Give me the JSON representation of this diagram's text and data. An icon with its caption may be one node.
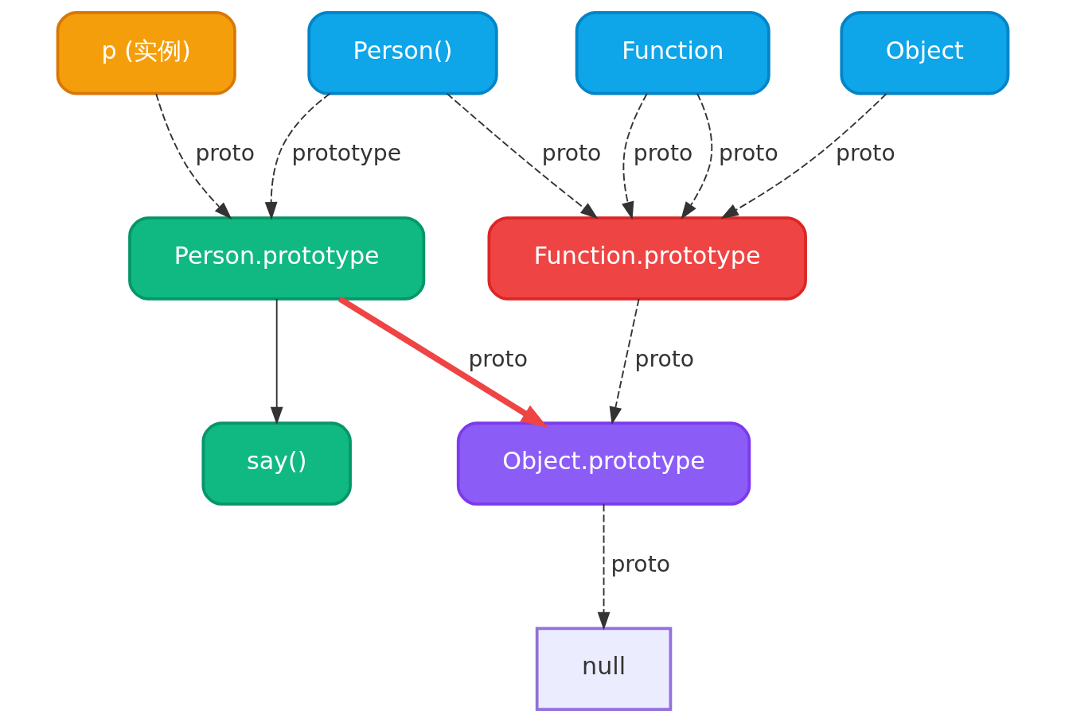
{
  "diagram": {
    "nodes": [
      {
        "text": [
          "Person()"
        ]
      },
      {
        "text": [
          "p (实例)"
        ]
      },
      {
        "text": [
          "Object"
        ]
      },
      {
        "text": [
          "Function"
        ]
      },
      {
        "text": [
          "Person.prototype"
        ]
      },
      {
        "text": [
          "Function.prototype"
        ]
      },
      {
        "text": [
          "say()"
        ]
      },
      {
        "text": [
          "Object.prototype"
        ]
      },
      {
        "text": [
          "null"
        ]
      }
    ],
    "edges": [
      {
        "from": 0,
        "to": 4,
        "arrow": "to",
        "label": "prototype",
        "style": "dashed"
      },
      {
        "from": 1,
        "to": 4,
        "arrow": "to",
        "label": "proto",
        "style": "dashed"
      },
      {
        "from": 0,
        "to": 5,
        "arrow": "to",
        "label": "proto",
        "style": "dashed"
      },
      {
        "from": 2,
        "to": 5,
        "arrow": "to",
        "label": "proto",
        "style": "dashed"
      },
      {
        "from": 3,
        "to": 5,
        "arrow": "to",
        "label": "proto",
        "style": "dashed"
      },
      {
        "from": 3,
        "to": 5,
        "arrow": "to",
        "label": "proto",
        "style": "dashed"
      },
      {
        "from": 4,
        "to": 6,
        "arrow": "to"
      },
      {
        "from": 4,
        "to": 7,
        "arrow": "to",
        "label": "proto",
        "style": "thick",
        "color": "#ef4444"
      },
      {
        "from": 5,
        "to": 7,
        "arrow": "to",
        "label": "proto",
        "style": "dashed"
      },
      {
        "from": 7,
        "to": 8,
        "arrow": "to",
        "label": "proto",
        "style": "dashed"
      }
    ]
  }
}
